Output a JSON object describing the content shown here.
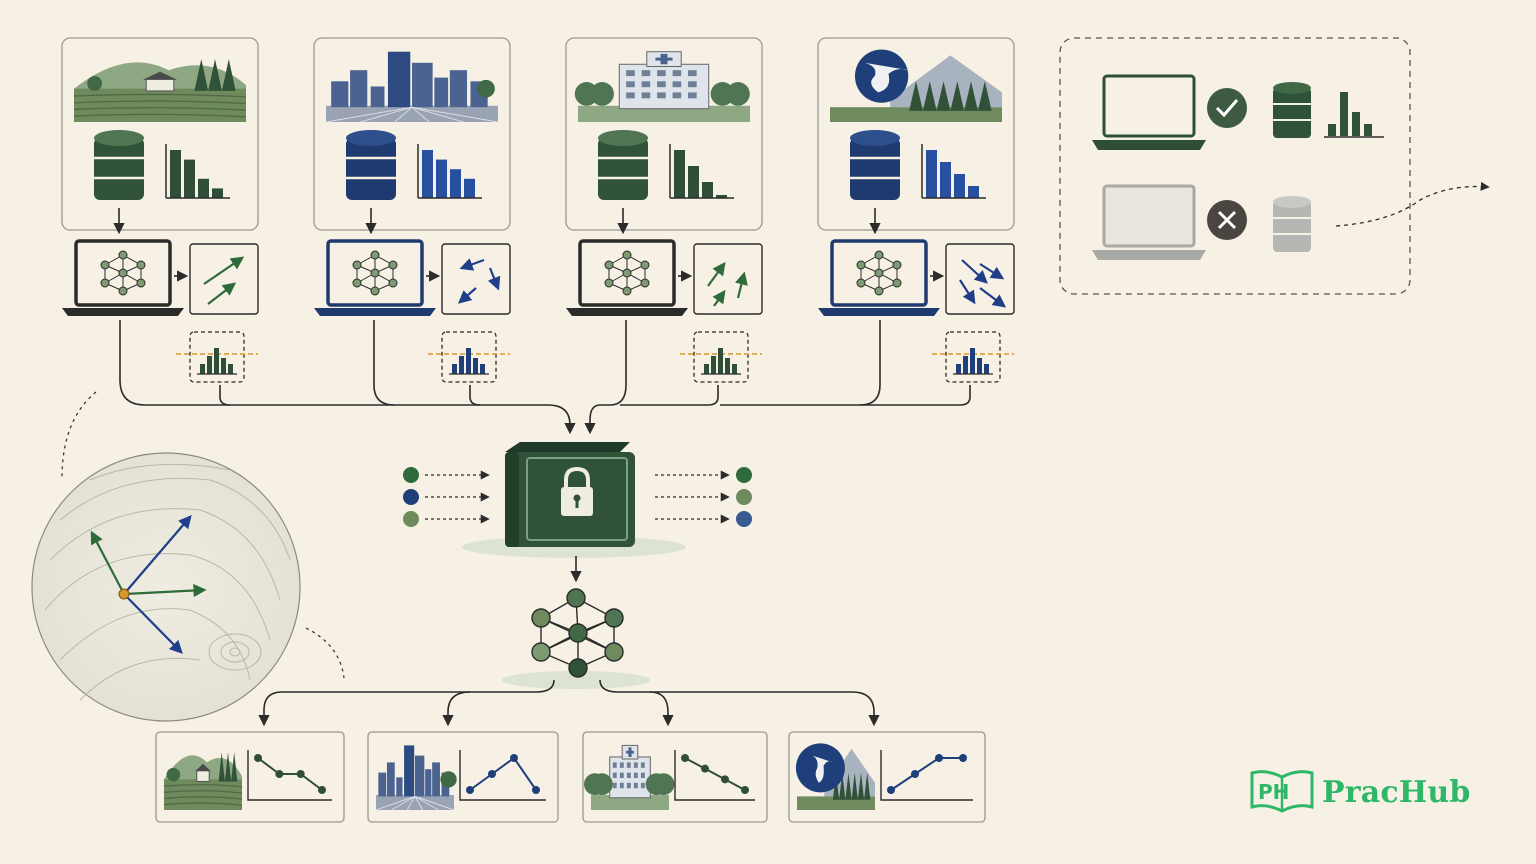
{
  "brand": {
    "name": "PracHub",
    "logo_letters": "PH",
    "accent": "#2fb768"
  },
  "colors": {
    "green_dark": "#2f4e38",
    "green_mid": "#4f7552",
    "green_light": "#7d9a73",
    "navy": "#1f3f7a",
    "blue": "#2850a0",
    "grey": "#a8a8a4",
    "orange": "#d7962a",
    "ink": "#2b2b2b"
  },
  "clients": [
    {
      "id": "farm",
      "scene": "farm-scene",
      "db": "green",
      "bars": [
        5,
        4,
        2,
        1
      ],
      "update": "up-right"
    },
    {
      "id": "city",
      "scene": "city-scene",
      "db": "navy",
      "bars": [
        5,
        4,
        3,
        2
      ],
      "update": "mixed"
    },
    {
      "id": "hospital",
      "scene": "hospital-scene",
      "db": "green",
      "bars": [
        3,
        2,
        1,
        0
      ],
      "update": "up"
    },
    {
      "id": "globe",
      "scene": "globe-scene",
      "db": "navy",
      "bars": [
        4,
        3,
        2,
        1
      ],
      "update": "down-right"
    }
  ],
  "participation": [
    {
      "status": "active",
      "icon": "check-icon"
    },
    {
      "status": "dropped",
      "icon": "x-icon"
    }
  ],
  "outputs": [
    {
      "id": "farm",
      "trend": [
        3,
        2,
        2,
        1
      ],
      "color": "green"
    },
    {
      "id": "city",
      "trend": [
        1,
        2,
        3,
        1
      ],
      "color": "navy"
    },
    {
      "id": "hospital",
      "trend": [
        4,
        3,
        2,
        1
      ],
      "color": "green"
    },
    {
      "id": "globe",
      "trend": [
        1,
        2,
        3,
        3
      ],
      "color": "navy"
    }
  ]
}
